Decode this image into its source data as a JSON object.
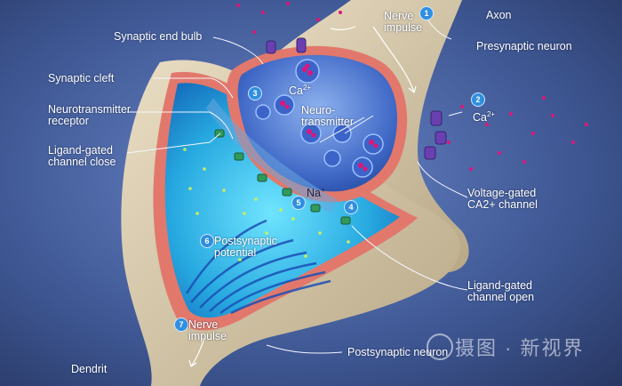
{
  "labels": {
    "nerve_impulse_top": "Nerve\nimpulse",
    "axon": "Axon",
    "presynaptic_neuron": "Presynaptic neuron",
    "synaptic_end_bulb": "Synaptic end bulb",
    "synaptic_cleft": "Synaptic cleft",
    "neurotransmitter_receptor": "Neurotransmitter\nreceptor",
    "ligand_gated_close": "Ligand-gated\nchannel close",
    "ca_inside": "Ca",
    "ca_inside_sup": "2+",
    "neurotransmitter": "Neuro-\ntransmitter",
    "ca_outside": "Ca",
    "ca_outside_sup": "2+",
    "na": "Na",
    "na_sup": "+",
    "voltage_gated": "Voltage-gated\nCA2+ channel",
    "postsynaptic_potential": "Postsynaptic\npotential",
    "ligand_gated_open": "Ligand-gated\nchannel open",
    "nerve_impulse_bottom": "Nerve\nimpulse",
    "dendrit": "Dendrit",
    "postsynaptic_neuron": "Postsynaptic neuron"
  },
  "steps": [
    "1",
    "2",
    "3",
    "4",
    "5",
    "6",
    "7"
  ],
  "watermark": "摄图 · 新视界",
  "colors": {
    "background": "#3b4f86",
    "membrane": "#e2786c",
    "cytoplasm": "#2aa8df",
    "vesicle": "#3c64c8",
    "calcium": "#e0157a",
    "badge": "#2f8fe0"
  }
}
